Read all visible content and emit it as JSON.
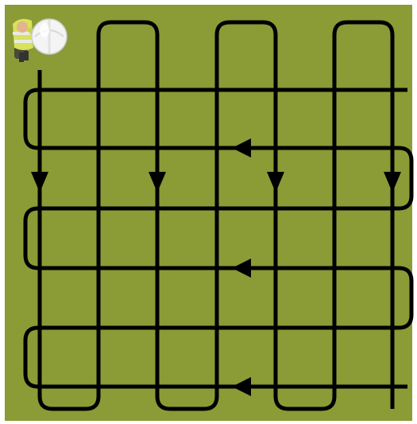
{
  "diagram": {
    "field_color": "#8b9b36",
    "page_background": "#ffffff",
    "line_color": "#000000",
    "worker_icon": "worker-with-hardhat-icon",
    "passes": {
      "vertical_lanes": 4,
      "horizontal_lanes": 3,
      "vertical_direction": "down",
      "horizontal_direction": "left"
    }
  }
}
